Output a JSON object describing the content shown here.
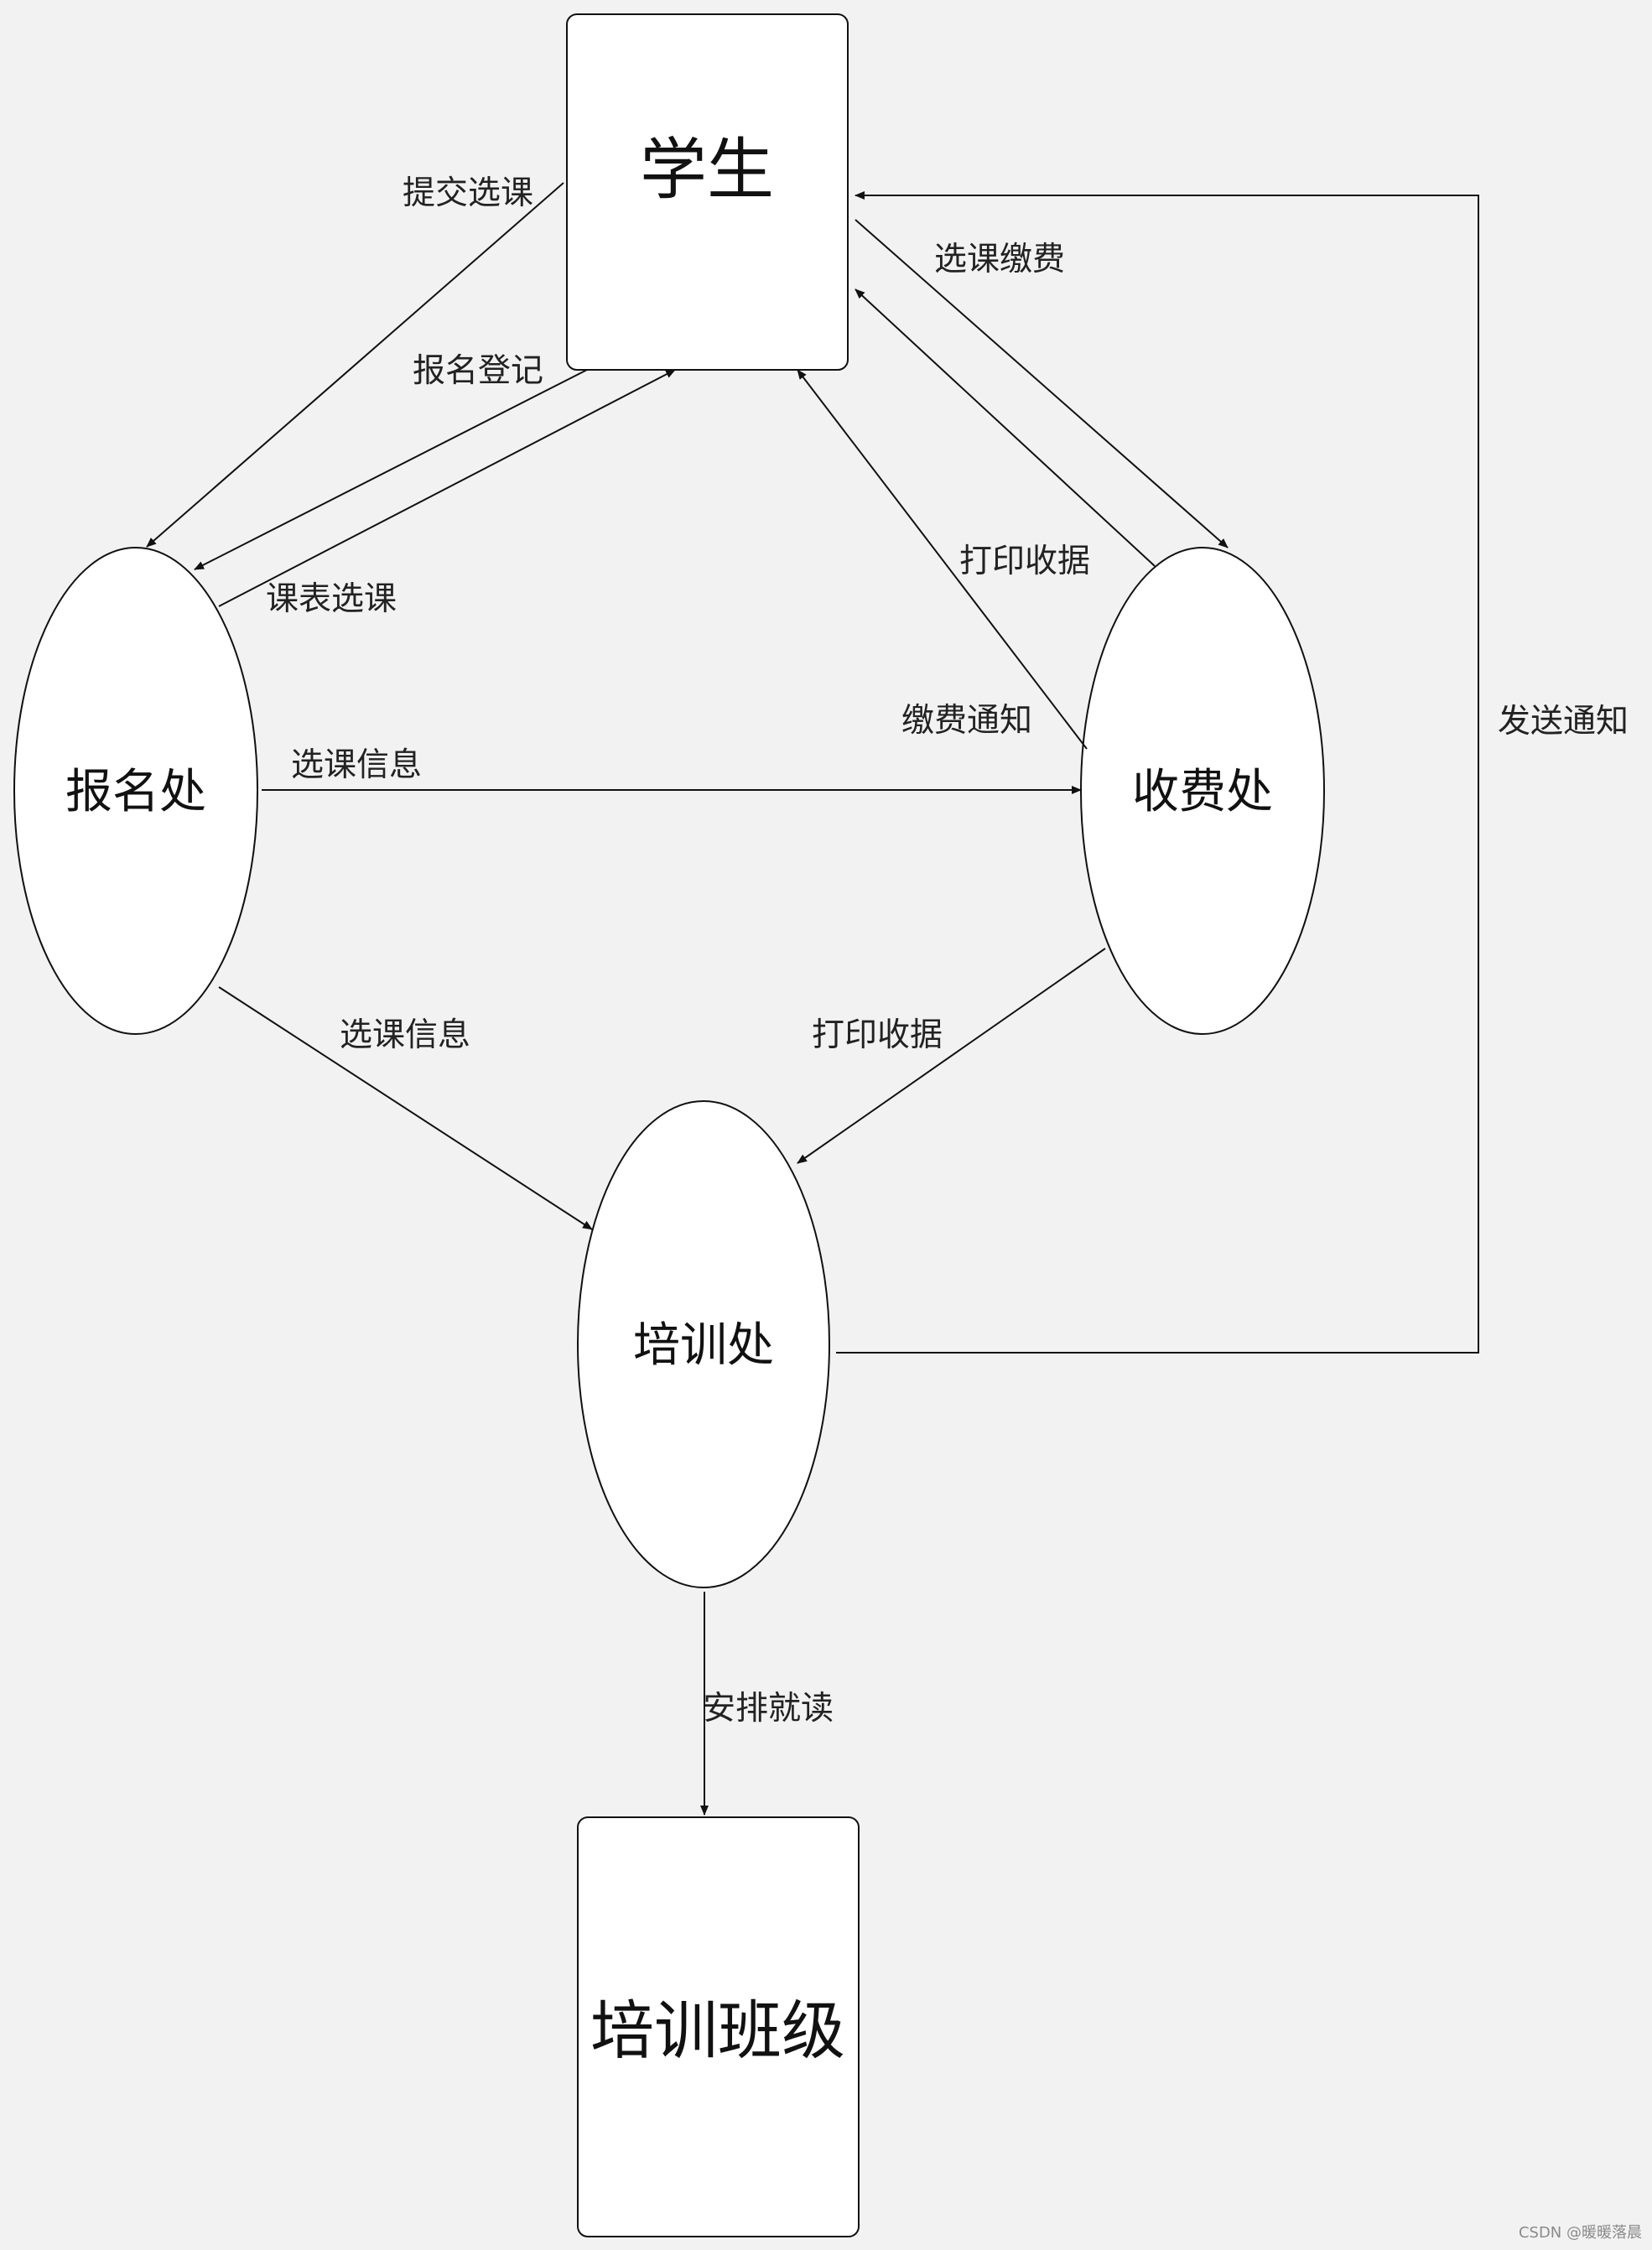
{
  "diagram": {
    "nodes": {
      "student": "学生",
      "registration": "报名处",
      "cashier": "收费处",
      "training_office": "培训处",
      "training_class": "培训班级"
    },
    "edges": {
      "submit_course": "提交选课",
      "register": "报名登记",
      "timetable": "课表选课",
      "course_fee": "选课缴费",
      "print_receipt_top": "打印收据",
      "fee_notice": "缴费通知",
      "course_info_mid": "选课信息",
      "course_info_low": "选课信息",
      "print_receipt_low": "打印收据",
      "arrange_study": "安排就读",
      "send_notice": "发送通知"
    }
  },
  "watermark": "CSDN @暖暖落晨"
}
